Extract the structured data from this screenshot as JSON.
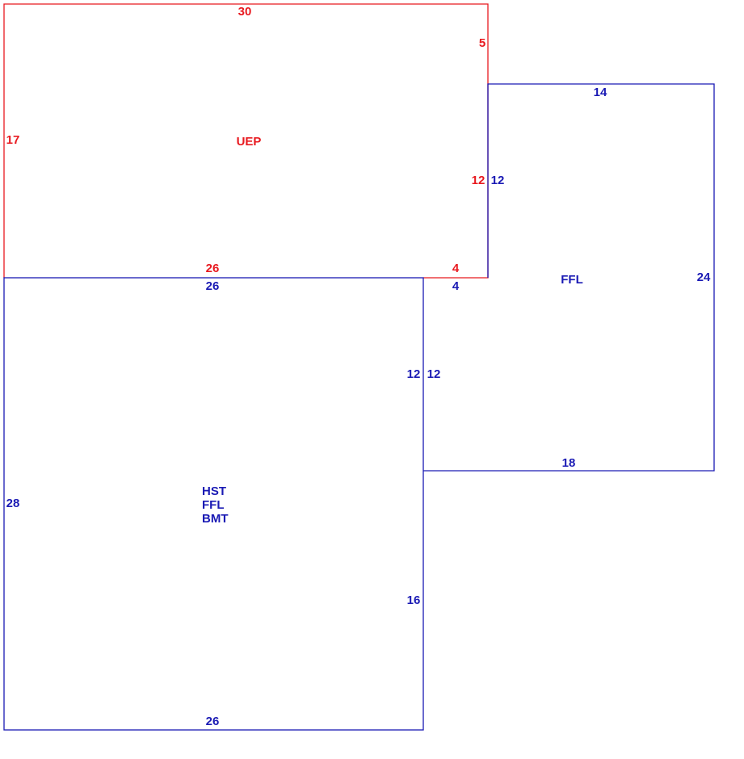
{
  "colors": {
    "red": "#e8191f",
    "blue": "#1a1ab4",
    "background": "#ffffff"
  },
  "areas": {
    "uep": {
      "labels": [
        "UEP"
      ],
      "color": "red",
      "dims": {
        "top": "30",
        "right_upper": "5",
        "left": "17",
        "right_lower": "12",
        "bottom_main": "26",
        "bottom_step": "4"
      }
    },
    "ffl_right": {
      "labels": [
        "FFL"
      ],
      "color": "blue",
      "dims": {
        "top": "14",
        "left_upper": "12",
        "right": "24",
        "step": "4",
        "left_lower": "12",
        "bottom": "18"
      }
    },
    "main": {
      "labels": [
        "HST",
        "FFL",
        "BMT"
      ],
      "color": "blue",
      "dims": {
        "top": "26",
        "left": "28",
        "right_upper": "12",
        "right_lower": "16",
        "bottom": "26"
      }
    }
  }
}
